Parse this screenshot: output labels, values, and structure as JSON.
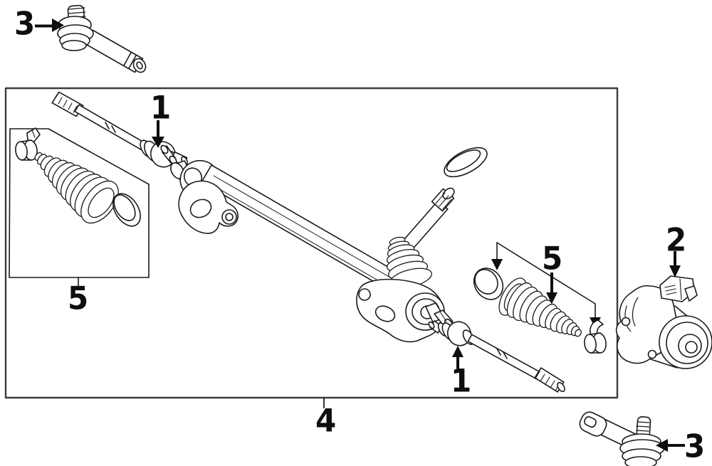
{
  "figure": {
    "type": "exploded-parts-diagram",
    "background_color": "#ffffff",
    "line_color": "#1a1a1a"
  },
  "callouts": {
    "three_top": {
      "label": "3"
    },
    "one_top": {
      "label": "1"
    },
    "five_left": {
      "label": "5"
    },
    "four": {
      "label": "4"
    },
    "five_right": {
      "label": "5"
    },
    "two": {
      "label": "2"
    },
    "one_bottom": {
      "label": "1"
    },
    "three_bottom": {
      "label": "3"
    }
  }
}
